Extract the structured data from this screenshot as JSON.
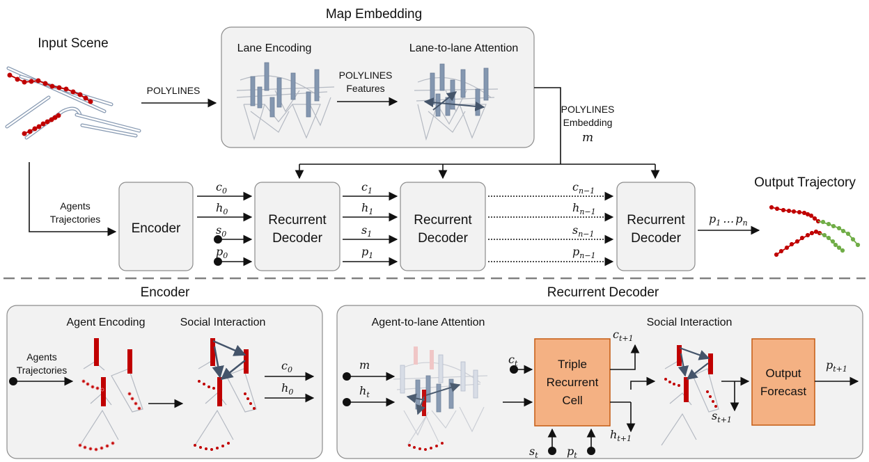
{
  "top": {
    "input_scene": "Input Scene",
    "map_embedding": "Map Embedding",
    "lane_encoding": "Lane Encoding",
    "lane_to_lane": "Lane-to-lane Attention",
    "polylines": "POLYLINES",
    "polylines_features_1": "POLYLINES",
    "polylines_features_2": "Features",
    "polylines_embedding_1": "POLYLINES",
    "polylines_embedding_2": "Embedding",
    "m": "m",
    "agents_traj_1": "Agents",
    "agents_traj_2": "Trajectories",
    "encoder": "Encoder",
    "recurrent": "Recurrent",
    "decoder": "Decoder",
    "output_trajectory": "Output Trajectory",
    "vars": {
      "c0": [
        "c",
        "0"
      ],
      "h0": [
        "h",
        "0"
      ],
      "s0": [
        "s",
        "0"
      ],
      "p0": [
        "p",
        "0"
      ],
      "c1": [
        "c",
        "1"
      ],
      "h1": [
        "h",
        "1"
      ],
      "s1": [
        "s",
        "1"
      ],
      "p1": [
        "p",
        "1"
      ],
      "cn": [
        "c",
        "n−1"
      ],
      "hn": [
        "h",
        "n−1"
      ],
      "sn": [
        "s",
        "n−1"
      ],
      "pn": [
        "p",
        "n−1"
      ],
      "out_p1": [
        "p",
        "1"
      ],
      "out_dots": "…",
      "out_pn": [
        "p",
        "n"
      ]
    }
  },
  "bottom": {
    "encoder_title": "Encoder",
    "agent_encoding": "Agent Encoding",
    "social_interaction": "Social Interaction",
    "agents_traj_1": "Agents",
    "agents_traj_2": "Trajectories",
    "enc_c0": [
      "c",
      "0"
    ],
    "enc_h0": [
      "h",
      "0"
    ],
    "decoder_title": "Recurrent Decoder",
    "agent_to_lane": "Agent-to-lane Attention",
    "social_interaction_2": "Social Interaction",
    "m": "m",
    "ht": [
      "h",
      "t"
    ],
    "ct": [
      "c",
      "t"
    ],
    "ct1": [
      "c",
      "t+1"
    ],
    "ht1": [
      "h",
      "t+1"
    ],
    "st": [
      "s",
      "t"
    ],
    "pt": [
      "p",
      "t"
    ],
    "st1": [
      "s",
      "t+1"
    ],
    "pt1": [
      "p",
      "t+1"
    ],
    "triple_1": "Triple",
    "triple_2": "Recurrent",
    "triple_3": "Cell",
    "output_1": "Output",
    "output_2": "Forecast"
  },
  "colors": {
    "box_fill": "#f2f2f2",
    "box_stroke": "#8c8c8c",
    "orange_fill": "#f4b183",
    "orange_stroke": "#c55a11",
    "red": "#c00000",
    "green": "#70ad47",
    "steel": "#8497b0",
    "dashed": "#808080"
  }
}
